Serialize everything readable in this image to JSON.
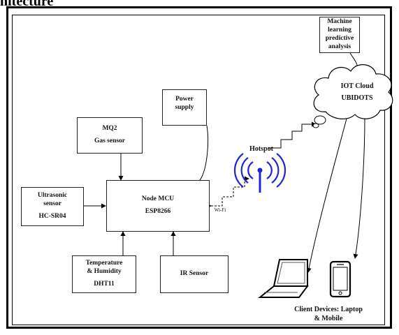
{
  "caption": "hitecture",
  "blocks": {
    "ml": {
      "line1": "Machine",
      "line2": "learning",
      "line3": "predictive",
      "line4": "analysis"
    },
    "power": {
      "line1": "Power",
      "line2": "supply"
    },
    "mq2": {
      "line1": "MQ2",
      "line2": "Gas sensor"
    },
    "ultrasonic": {
      "line1": "Ultrasonic",
      "line2": "sensor",
      "line3": "HC-SR04"
    },
    "node": {
      "line1": "Node MCU",
      "line2": "ESP8266"
    },
    "temp": {
      "line1": "Temperature",
      "line2": "& Humidity",
      "line3": "DHT11"
    },
    "ir": {
      "line1": "IR Sensor"
    }
  },
  "cloud": {
    "line1": "IOT Cloud",
    "line2": "UBIDOTS"
  },
  "hotspot": {
    "label": "Hotspot"
  },
  "wifi": {
    "label": "Wi-Fi"
  },
  "clients": {
    "line1": "Client Devices: Laptop",
    "line2": "& Mobile"
  },
  "colors": {
    "antenna": "#1f24d6",
    "line": "#000000"
  }
}
